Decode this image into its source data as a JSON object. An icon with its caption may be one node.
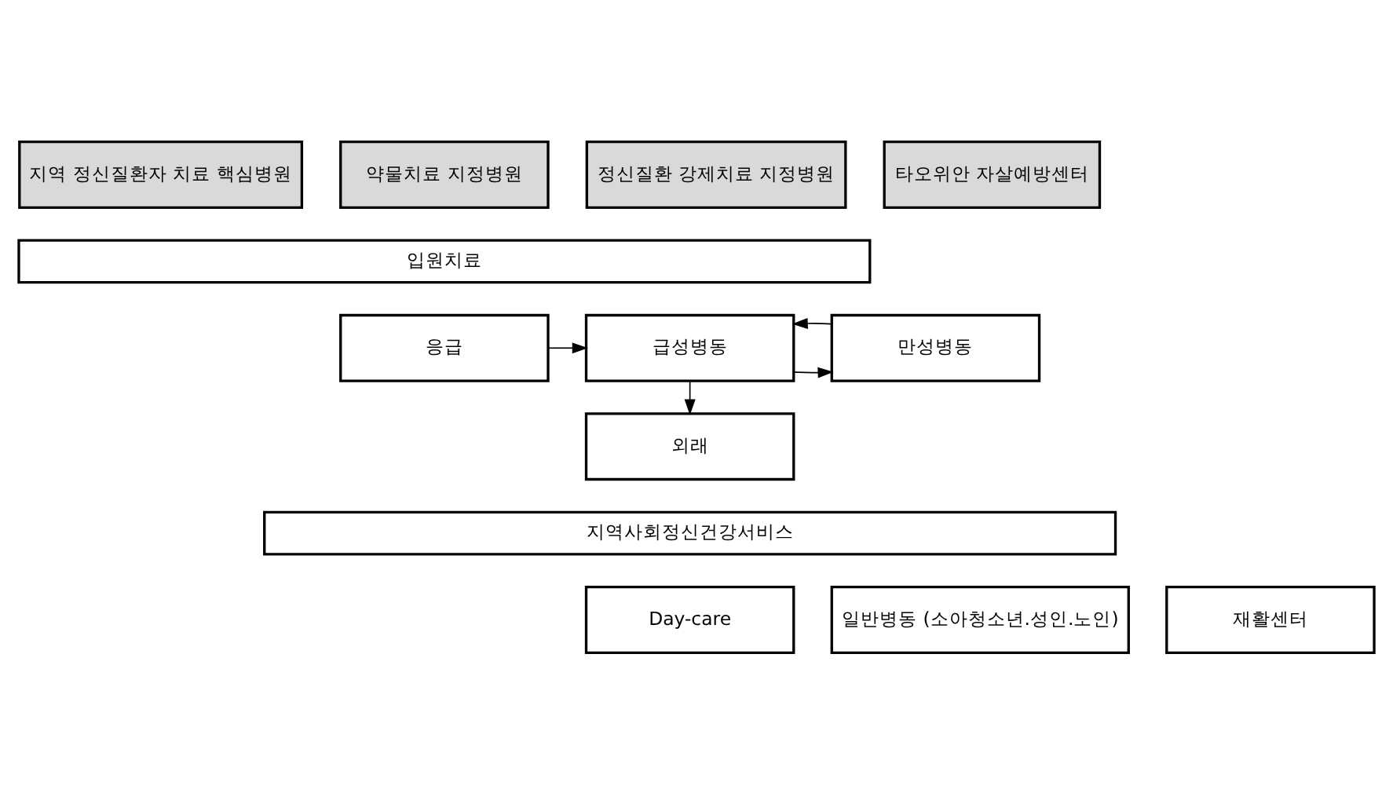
{
  "diagram": {
    "nodes": [
      {
        "text": [
          "지역 정신질환자 치료 핵심병원"
        ]
      },
      {
        "text": [
          "약물치료 지정병원"
        ]
      },
      {
        "text": [
          "정신질환 강제치료 지정병원"
        ]
      },
      {
        "text": [
          "타오위안 자살예방센터"
        ]
      },
      {
        "text": [
          "입원치료"
        ]
      },
      {
        "text": [
          "응급"
        ]
      },
      {
        "text": [
          "외래"
        ]
      },
      {
        "text": [
          "급성병동"
        ]
      },
      {
        "text": [
          "만성병동"
        ]
      },
      {
        "text": [
          "지역사회정신건강서비스"
        ]
      },
      {
        "text": [
          "일반병동 (소아청소년.성인.노인)"
        ]
      },
      {
        "text": [
          "Day-care"
        ]
      },
      {
        "text": [
          "재활센터"
        ]
      }
    ],
    "edges": [
      {
        "from": 5,
        "to": 7,
        "arrow": "to"
      },
      {
        "from": 7,
        "to": 6,
        "arrow": "to"
      },
      {
        "from": 7,
        "to": 8,
        "arrow": "to"
      },
      {
        "from": 8,
        "to": 7,
        "arrow": "to"
      }
    ]
  }
}
